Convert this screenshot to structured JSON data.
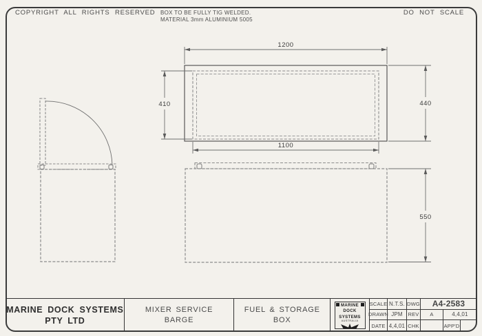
{
  "sheet": {
    "copyright": "COPYRIGHT ALL RIGHTS RESERVED",
    "weld_note_line1": "BOX TO BE FULLY TIG WELDED.",
    "weld_note_line2": "MATERIAL 3mm ALUMINIUM 5005",
    "do_not_scale": "DO NOT SCALE"
  },
  "chart_data": {
    "type": "table",
    "title": "Fuel & Storage Box fabrication drawing",
    "dimensions_mm": {
      "lid_plan_width": 1200,
      "lid_plan_depth": 440,
      "body_plan_width": 1100,
      "body_plan_depth": 410,
      "body_height": 550
    }
  },
  "dimensions": {
    "plan_width": "1200",
    "plan_depth": "440",
    "inner_width": "1100",
    "inner_depth": "410",
    "front_height": "550"
  },
  "title_block": {
    "company_line1": "MARINE DOCK SYSTEMS",
    "company_line2": "PTY LTD",
    "project_line1": "MIXER SERVICE",
    "project_line2": "BARGE",
    "title_line1": "FUEL & STORAGE",
    "title_line2": "BOX",
    "logo": {
      "line1": "MARINE",
      "line2": "DOCK",
      "line3": "SYSTEMS",
      "line4": "AUSTRALIA"
    },
    "scale_label": "SCALE",
    "scale_value": "N.T.S.",
    "drawn_label": "DRAWN",
    "drawn_value": "JPM",
    "date_label": "DATE",
    "date_value": "4,4,01",
    "dwg_label": "DWG",
    "dwg_value": "A4-2583",
    "rev_label": "REV",
    "rev_value": "A",
    "rev_date": "4,4,01",
    "chk_label": "CHK",
    "appd_label": "APP'D"
  },
  "colors": {
    "paper": "#f3f1ec",
    "frame": "#3a3a3a",
    "solid_line": "#585858",
    "hidden_line": "#8c8c8c",
    "dim_line": "#6e6e6e"
  }
}
